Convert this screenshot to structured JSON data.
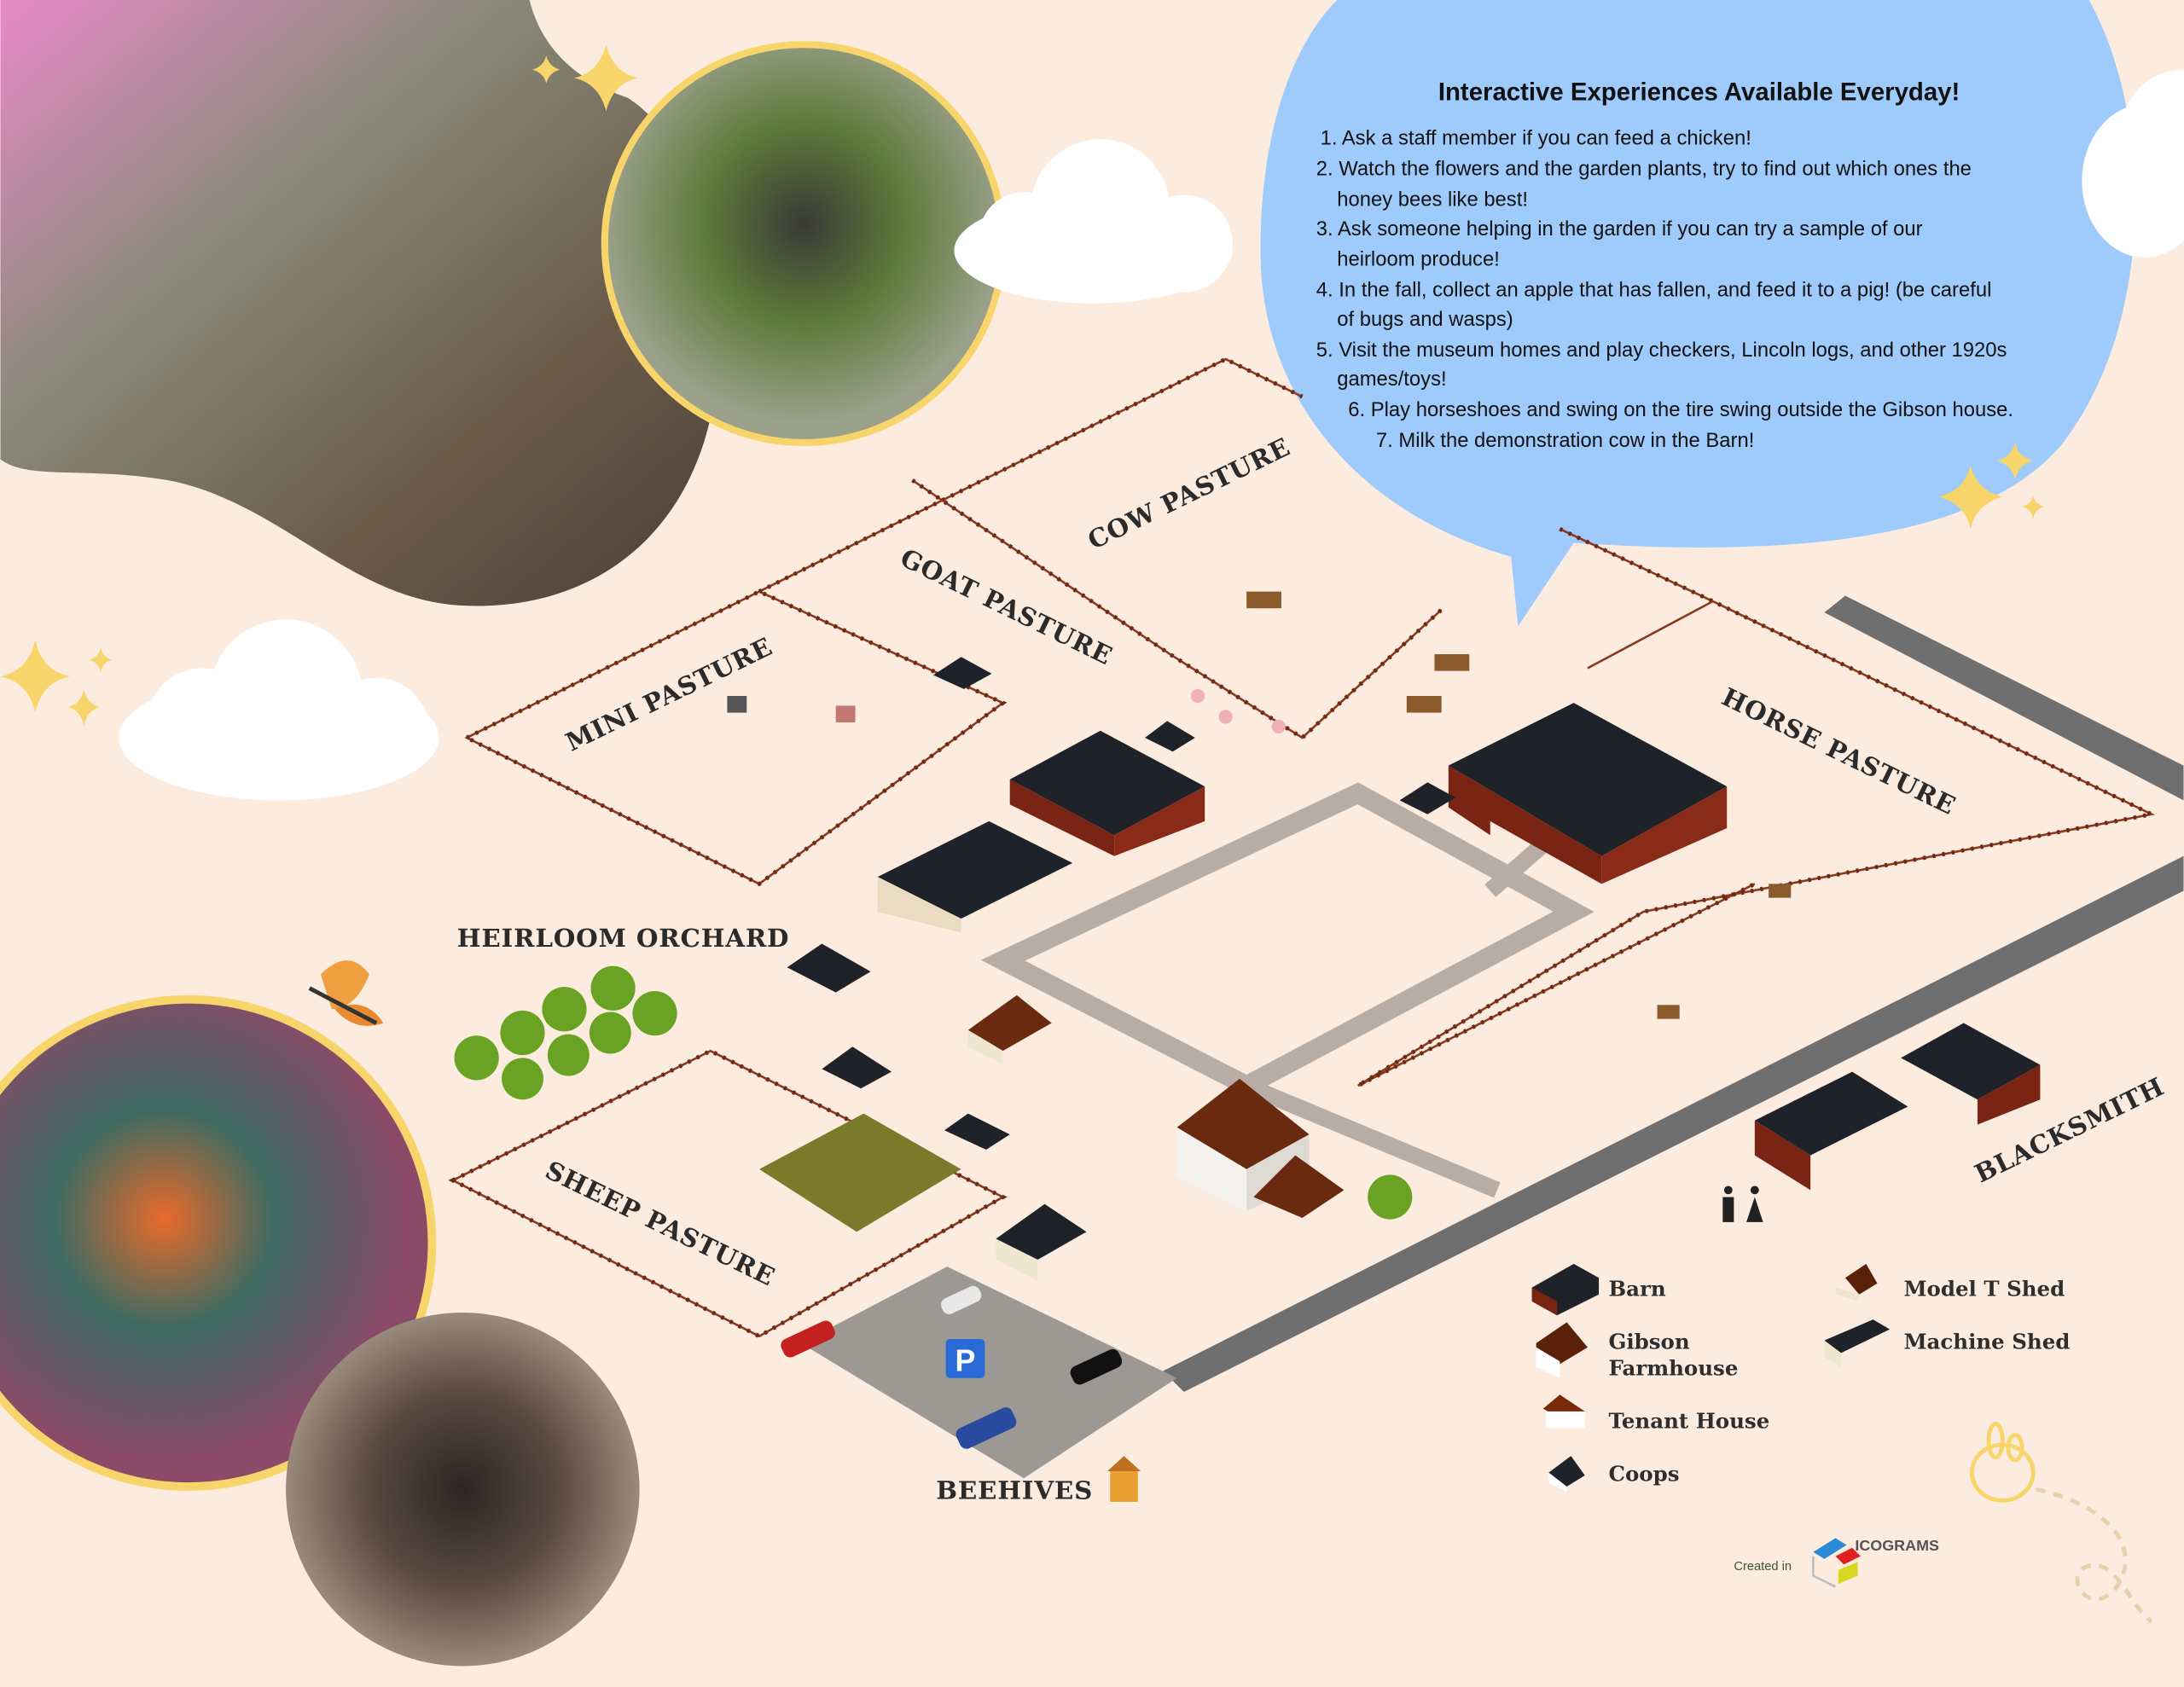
{
  "bubble": {
    "title": "Interactive Experiences Available Everyday!",
    "items": [
      {
        "lines": [
          "1.  Ask a staff member if you can feed a chicken!"
        ]
      },
      {
        "lines": [
          "2.  Watch the flowers and the garden plants, try to find out which ones the",
          "honey bees like best!"
        ]
      },
      {
        "lines": [
          "3.  Ask someone helping in the garden if you can try a sample of our",
          "heirloom produce!"
        ]
      },
      {
        "lines": [
          "4.  In the fall, collect an apple that has fallen, and feed it to a pig! (be careful",
          "of bugs and wasps)"
        ]
      },
      {
        "lines": [
          "5.  Visit the museum homes and play checkers, Lincoln logs, and other 1920s",
          "games/toys!"
        ]
      },
      {
        "lines": [
          "6. Play horseshoes and swing on the tire swing outside the Gibson house."
        ]
      },
      {
        "lines": [
          "7.  Milk the demonstration cow in the Barn!"
        ]
      }
    ]
  },
  "map_labels": {
    "cow_pasture": "COW PASTURE",
    "goat_pasture": "GOAT PASTURE",
    "mini_pasture": "MINI PASTURE",
    "horse_pasture": "HORSE PASTURE",
    "heirloom_orchard": "HEIRLOOM ORCHARD",
    "sheep_pasture": "SHEEP PASTURE",
    "blacksmith": "BLACKSMITH",
    "beehives": "BEEHIVES",
    "parking": "P"
  },
  "legend": {
    "barn": "Barn",
    "gibson_1": "Gibson",
    "gibson_2": "Farmhouse",
    "tenant_house": "Tenant House",
    "coops": "Coops",
    "model_t_shed": "Model T Shed",
    "machine_shed": "Machine Shed"
  },
  "credit": {
    "prefix": "Created in",
    "brand": "ICOGRAMS"
  },
  "colors": {
    "background": "#fcecdf",
    "bubble": "#9ecbfb",
    "accent_yellow": "#f8d56a",
    "fence": "#6b2a16",
    "barn_red": "#7a2414",
    "roof": "#1f2228"
  }
}
